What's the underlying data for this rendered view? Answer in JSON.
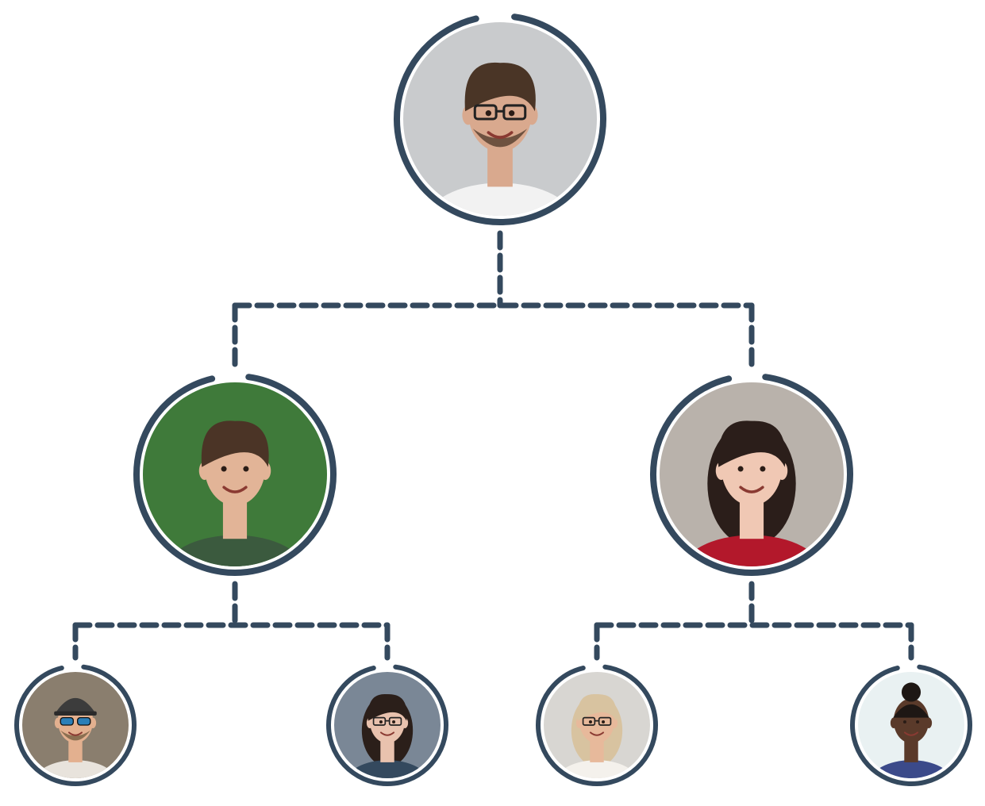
{
  "colors": {
    "line": "#34495e",
    "background": "#ffffff"
  },
  "nodes": [
    {
      "id": "root",
      "level": 0,
      "icon": "person-portrait-icon",
      "photo": {
        "bg": "#c9cbcd",
        "skin": "#d9a98e",
        "hair": "#4a3526",
        "shirt": "#f2f2f2",
        "glasses": true,
        "beard": true
      }
    },
    {
      "id": "mid-left",
      "level": 1,
      "icon": "person-portrait-icon",
      "photo": {
        "bg": "#3f7a3a",
        "skin": "#e2b497",
        "hair": "#4b3426",
        "shirt": "#3b5a3e"
      }
    },
    {
      "id": "mid-right",
      "level": 1,
      "icon": "person-portrait-icon",
      "photo": {
        "bg": "#b9b2ab",
        "skin": "#f0c8b4",
        "hair": "#2b1e1a",
        "shirt": "#b3182b",
        "long_hair": true
      }
    },
    {
      "id": "leaf-1",
      "level": 2,
      "icon": "person-portrait-icon",
      "photo": {
        "bg": "#8a7e6e",
        "skin": "#e3b08f",
        "hair": "#6e5a3c",
        "shirt": "#e8e3dc",
        "cap": true,
        "sunglasses": true,
        "beard": true
      }
    },
    {
      "id": "leaf-2",
      "level": 2,
      "icon": "person-portrait-icon",
      "photo": {
        "bg": "#7a8796",
        "skin": "#e9c2ae",
        "hair": "#2b1f1a",
        "shirt": "#34495e",
        "glasses": true,
        "long_hair": true
      }
    },
    {
      "id": "leaf-3",
      "level": 2,
      "icon": "person-portrait-icon",
      "photo": {
        "bg": "#d8d6d2",
        "skin": "#e7b99b",
        "hair": "#d8c3a0",
        "shirt": "#f4f1ec",
        "glasses": true,
        "long_hair": true
      }
    },
    {
      "id": "leaf-4",
      "level": 2,
      "icon": "person-portrait-icon",
      "photo": {
        "bg": "#e9f1f2",
        "skin": "#5a3a2a",
        "hair": "#1e1714",
        "shirt": "#3b4a8a",
        "bun": true
      }
    }
  ],
  "edges": [
    [
      "root",
      "mid-left"
    ],
    [
      "root",
      "mid-right"
    ],
    [
      "mid-left",
      "leaf-1"
    ],
    [
      "mid-left",
      "leaf-2"
    ],
    [
      "mid-right",
      "leaf-3"
    ],
    [
      "mid-right",
      "leaf-4"
    ]
  ]
}
